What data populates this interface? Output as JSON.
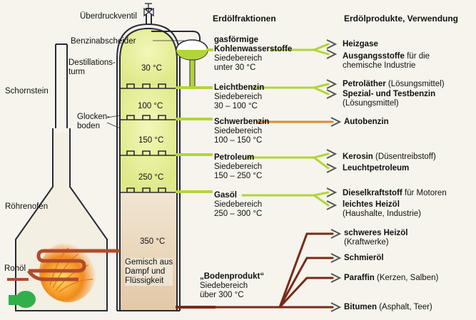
{
  "labels": {
    "valve": "Überdruckventil",
    "separator": "Benzinabscheider",
    "tower": "Destillations-\nturm",
    "chimney": "Schornstein",
    "bubble_cap": "Glocken-\nboden",
    "furnace": "Röhrenofen",
    "crude": "Rohöl",
    "mix": "Gemisch aus\nDampf und\nFlüssigkeit"
  },
  "headers": {
    "fractions": "Erdölfraktionen",
    "products": "Erdölprodukte, Verwendung"
  },
  "temps": [
    "30 °C",
    "100 °C",
    "150 °C",
    "250 °C",
    "350 °C"
  ],
  "fractions": [
    {
      "name": "gasförmige\nKohlenwasserstoffe",
      "range": "Siedebereich\nunter 30 °C"
    },
    {
      "name": "Leichtbenzin",
      "range": "Siedebereich\n30 – 100 °C"
    },
    {
      "name": "Schwerbenzin",
      "range": "Siedebereich\n100 – 150 °C"
    },
    {
      "name": "Petroleum",
      "range": "Siedebereich\n150 – 250 °C"
    },
    {
      "name": "Gasöl",
      "range": "Siedebereich\n250 – 300 °C"
    },
    {
      "name": "„Bodenprodukt“",
      "range": "Siedebereich\nüber 300 °C"
    }
  ],
  "products": [
    {
      "bold": "Heizgase",
      "rest": ""
    },
    {
      "bold": "Ausgangsstoffe",
      "rest": " für die\nchemische Industrie"
    },
    {
      "bold": "Petroläther",
      "rest": " (Lösungsmittel)"
    },
    {
      "bold": "Spezial- und Testbenzin",
      "rest": "\n(Lösungsmittel)"
    },
    {
      "bold": "Autobenzin",
      "rest": ""
    },
    {
      "bold": "Kerosin",
      "rest": " (Düsentreibstoff)"
    },
    {
      "bold": "Leuchtpetroleum",
      "rest": ""
    },
    {
      "bold": "Dieselkraftstoff",
      "rest": " für Motoren"
    },
    {
      "bold": "leichtes Heizöl",
      "rest": "\n(Haushalte, Industrie)"
    },
    {
      "bold": "schweres Heizöl",
      "rest": "\n(Kraftwerke)"
    },
    {
      "bold": "Schmieröl",
      "rest": ""
    },
    {
      "bold": "Paraffin",
      "rest": " (Kerzen, Salben)"
    },
    {
      "bold": "Bitumen",
      "rest": " (Asphalt, Teer)"
    }
  ],
  "colors": {
    "pipe_green": "#b3d43a",
    "pipe_orange": "#e08a2a",
    "pipe_brown": "#7a2a18",
    "vapor_yellow": "#e9ef9a",
    "flame": "#f07a1a",
    "coil": "#b24a2a",
    "fan": "#2fb04a"
  }
}
